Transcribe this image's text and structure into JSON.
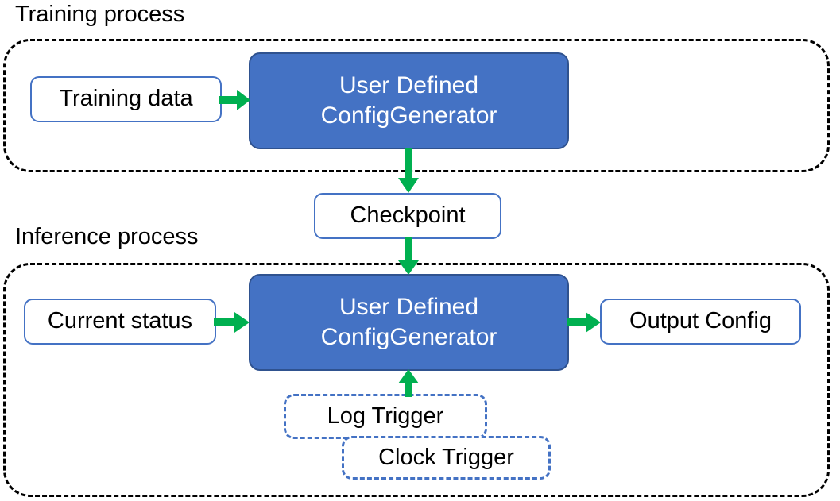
{
  "diagram": {
    "title_training": "Training process",
    "title_inference": "Inference process",
    "colors": {
      "accent_blue": "#4472C4",
      "accent_blue_border": "#2F528F",
      "arrow_green": "#00B050",
      "container_border": "#000000",
      "box_text": "#000000",
      "primary_box_text": "#FFFFFF"
    }
  },
  "training": {
    "input": {
      "label": "Training data"
    },
    "generator": {
      "line1": "User Defined",
      "line2": "ConfigGenerator"
    }
  },
  "checkpoint": {
    "label": "Checkpoint"
  },
  "inference": {
    "input": {
      "label": "Current status"
    },
    "generator": {
      "line1": "User Defined",
      "line2": "ConfigGenerator"
    },
    "output": {
      "label": "Output Config"
    },
    "triggers": [
      {
        "label": "Log Trigger"
      },
      {
        "label": "Clock Trigger"
      }
    ]
  },
  "edges": [
    {
      "name": "training-data-to-generator",
      "direction": "right"
    },
    {
      "name": "generator-to-checkpoint",
      "direction": "down"
    },
    {
      "name": "checkpoint-to-generator",
      "direction": "down"
    },
    {
      "name": "current-status-to-generator",
      "direction": "right"
    },
    {
      "name": "generator-to-output-config",
      "direction": "right"
    },
    {
      "name": "triggers-to-generator",
      "direction": "up"
    }
  ]
}
